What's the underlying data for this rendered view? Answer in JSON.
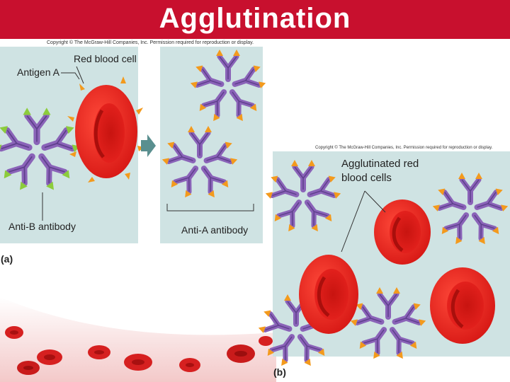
{
  "slide": {
    "title": "Agglutination"
  },
  "copyright": {
    "a": "Copyright © The McGraw-Hill Companies, Inc. Permission required for reproduction or display.",
    "b": "Copyright © The McGraw-Hill Companies, Inc. Permission required for reproduction or display."
  },
  "panel_a": {
    "antigen_label": "Antigen A",
    "rbc_label": "Red blood cell",
    "antibody_b_label": "Anti-B antibody",
    "antibody_a_label": "Anti-A antibody",
    "tag": "(a)"
  },
  "panel_b": {
    "label_line1": "Agglutinated red",
    "label_line2": "blood cells",
    "tag": "(b)"
  },
  "colors": {
    "title_bar": "#c8102e",
    "panel_bg": "#cfe3e3",
    "antibody": "#8a63b8",
    "antibody_dark": "#5e3f8c",
    "antigen_a": "#f39a1d",
    "antigen_b": "#8ccc3c",
    "rbc": "#e8231f",
    "rbc_dark": "#b3120f"
  }
}
